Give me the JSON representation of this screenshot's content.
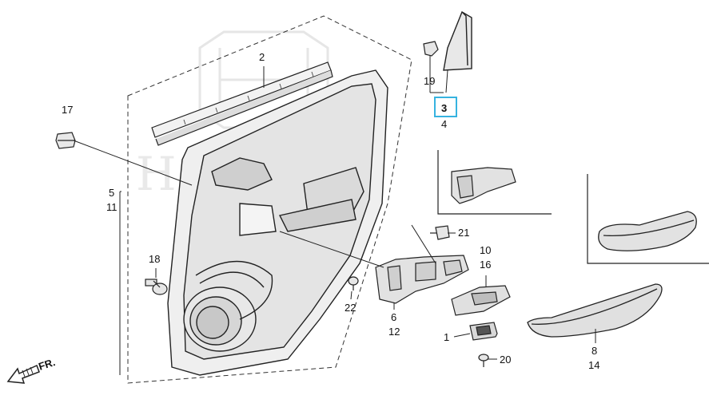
{
  "diagram": {
    "callouts": {
      "c1": "1",
      "c2": "2",
      "c3": "3",
      "c4": "4",
      "c5": "5",
      "c6": "6",
      "c8": "8",
      "c10": "10",
      "c11": "11",
      "c12": "12",
      "c14": "14",
      "c16": "16",
      "c17": "17",
      "c18": "18",
      "c19": "19",
      "c20": "20",
      "c21": "21",
      "c22": "22"
    },
    "front_marker": "FR.",
    "selected_callout": "3",
    "highlight_color": "#36b3e0",
    "watermark_brand": "HONDA"
  }
}
